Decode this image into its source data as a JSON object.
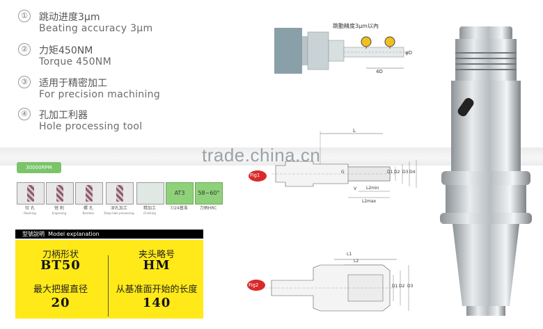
{
  "features": [
    {
      "num": "①",
      "zh": "跳动进度3μm",
      "en": "Beating accuracy 3μm"
    },
    {
      "num": "②",
      "zh": "力矩450NM",
      "en": "Torque 450NM"
    },
    {
      "num": "③",
      "zh": "适用于精密加工",
      "en": "For precision machining"
    },
    {
      "num": "④",
      "zh": "孔加工利器",
      "en": "Hole processing tool"
    }
  ],
  "watermark": "trade.china.cn",
  "green_tag": "30000RPM",
  "tiles": [
    {
      "zh": "铰 孔",
      "en": "Reaming",
      "text": ""
    },
    {
      "zh": "镗 削",
      "en": "Engraving",
      "text": ""
    },
    {
      "zh": "螺 孔",
      "en": "Boreless",
      "text": ""
    },
    {
      "zh": "深孔加工",
      "en": "Deep hole processing",
      "text": ""
    },
    {
      "zh": "精加工",
      "en": "Finishing",
      "text": ""
    },
    {
      "zh": "7/24基准",
      "en": "",
      "text": "AT3"
    },
    {
      "zh": "刀柄HRC",
      "en": "",
      "text": "58~60°"
    }
  ],
  "model": {
    "header_zh": "型號說明",
    "header_en": "Model explanation",
    "shank_label": "刀柄形状",
    "shank_value": "BT50",
    "chuck_label": "夹头略号",
    "chuck_value": "HM",
    "grip_label": "最大把握直径",
    "grip_value": "20",
    "length_label": "从基准面开始的长度",
    "length_value": "140"
  },
  "diagram_top": {
    "title": "跳動精度3μm以內",
    "dim_d": "φD",
    "dim_4d": "4D"
  },
  "fig1": {
    "tag": "Fig1",
    "L": "L",
    "G": "G",
    "D1": "D1",
    "D2": "D2",
    "D3": "D3",
    "D4": "D4",
    "V": "V",
    "L2min": "L2min",
    "L2max": "L2max"
  },
  "fig2": {
    "tag": "Fig2",
    "L1": "L1",
    "L2": "L2",
    "D1": "D1",
    "D2": "D2",
    "D3": "D3"
  },
  "colors": {
    "accent_red": "#d92a2a",
    "yellow": "#ffe918",
    "green": "#8fd17a",
    "black_bar": "#000000"
  }
}
